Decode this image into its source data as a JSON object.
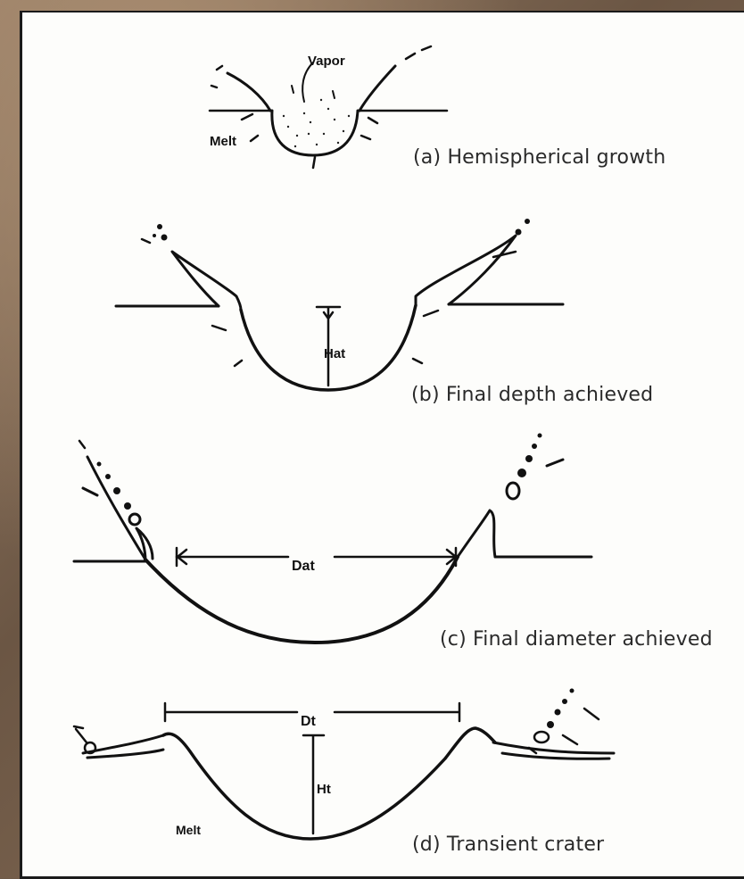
{
  "panels": [
    {
      "id": "a",
      "caption": "(a) Hemispherical growth"
    },
    {
      "id": "b",
      "caption": "(b) Final depth achieved"
    },
    {
      "id": "c",
      "caption": "(c) Final diameter achieved"
    },
    {
      "id": "d",
      "caption": "(d) Transient crater"
    }
  ],
  "labels": {
    "vapor": "Vapor",
    "melt_a": "Melt",
    "depth_b": "Hat",
    "diameter_c": "Dat",
    "diameter_d": "Dt",
    "depth_d": "Ht",
    "melt_d": "Melt"
  }
}
